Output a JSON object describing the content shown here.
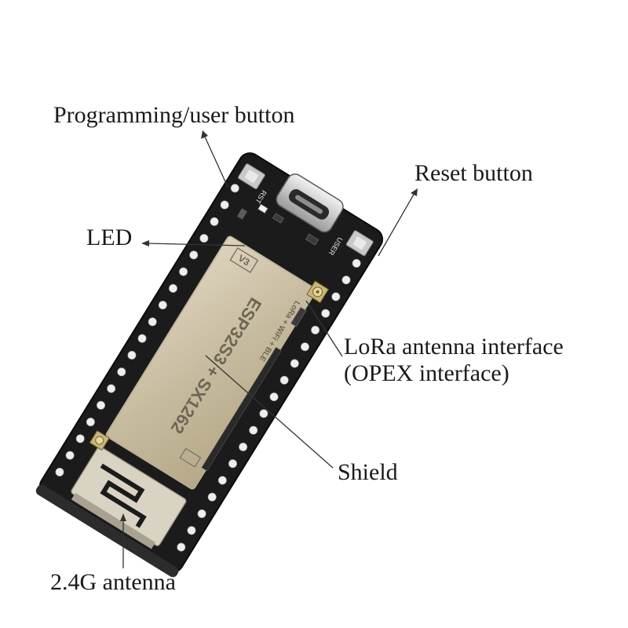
{
  "labels": {
    "programming_button": "Programming/user button",
    "reset_button": "Reset button",
    "led": "LED",
    "lora_antenna_line1": "LoRa antenna interface",
    "lora_antenna_line2": "(OPEX interface)",
    "shield": "Shield",
    "antenna_24g": "2.4G antenna"
  },
  "board": {
    "module_name": "ESP32S3 + SX1262",
    "module_subtitle": "LoRa + WiFi + BLE",
    "version_tag": "V3",
    "silk_rst": "RST",
    "silk_user": "USER"
  },
  "colors": {
    "pcb": "#1b1b1b",
    "shield": "#cfc3aa",
    "text": "#1a1a1a"
  }
}
